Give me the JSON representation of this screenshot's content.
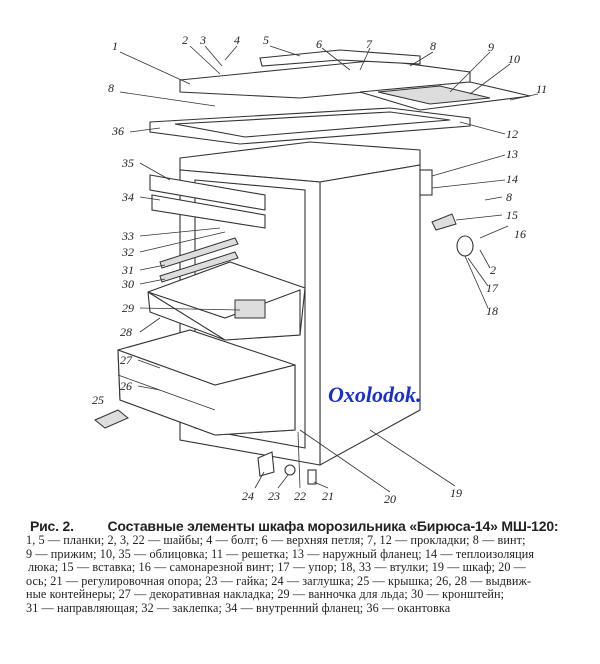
{
  "figure": {
    "labels": [
      "1",
      "2",
      "3",
      "4",
      "5",
      "6",
      "7",
      "8",
      "9",
      "10",
      "11",
      "12",
      "8",
      "36",
      "13",
      "14",
      "8",
      "15",
      "16",
      "2",
      "17",
      "18",
      "35",
      "34",
      "33",
      "32",
      "31",
      "30",
      "29",
      "28",
      "27",
      "26",
      "25",
      "24",
      "23",
      "22",
      "21",
      "20",
      "19"
    ],
    "watermark": "Oxolodok."
  },
  "caption": {
    "figure_number": "Рис. 2.",
    "title": "Составные элементы шкафа морозильника «Бирюса-14» МШ-120:",
    "lines": [
      "1, 5 — планки; 2, 3, 22 — шайбы; 4 — болт; 6 — верхняя петля; 7, 12 — прокладки; 8 — винт;",
      "9 — прижим; 10, 35 — облицовка; 11 — решетка; 13 — наружный фланец; 14 — теплоизоляция",
      "люка; 15 — вставка; 16 — самонарезной винт; 17 — упор; 18, 33 — втулки; 19 — шкаф; 20 —",
      "ось; 21 — регулировочная опора; 23 — гайка; 24 — заглушка; 25 — крышка; 26, 28 — выдвиж-",
      "ные контейнеры; 27 — декоративная накладка; 29 — ванночка для льда; 30 — кронштейн;",
      "31 — направляющая; 32 — заклепка; 34 — внутренний фланец; 36 — окантовка"
    ]
  }
}
